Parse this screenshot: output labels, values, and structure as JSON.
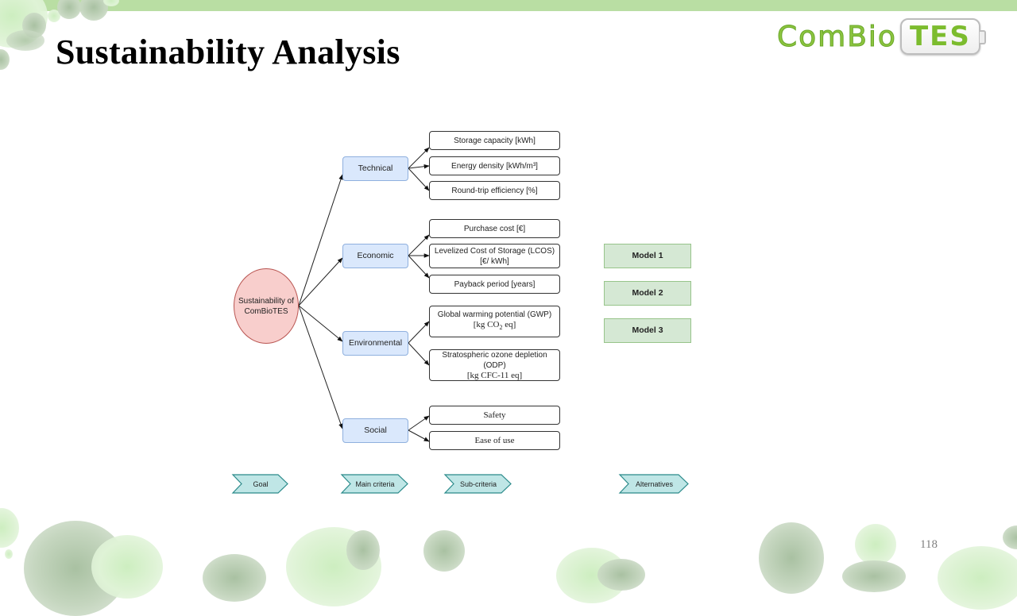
{
  "slide": {
    "title": "Sustainability Analysis",
    "page_number": "118",
    "logo": {
      "left": "ComBio",
      "right": "TES"
    }
  },
  "diagram": {
    "goal": {
      "label_line1": "Sustainability of",
      "label_line2": "ComBioTES"
    },
    "main_criteria": [
      {
        "label": "Technical"
      },
      {
        "label": "Economic"
      },
      {
        "label": "Environmental"
      },
      {
        "label": "Social"
      }
    ],
    "sub_criteria": {
      "technical": [
        {
          "line1": "Storage capacity [kWh]"
        },
        {
          "line1": "Energy density [kWh/m³]"
        },
        {
          "line1": "Round-trip efficiency [%]"
        }
      ],
      "economic": [
        {
          "line1": "Purchase cost [€]"
        },
        {
          "line1": "Levelized Cost of Storage (LCOS)",
          "line2": "[€/ kWh]"
        },
        {
          "line1": "Payback period [years]"
        }
      ],
      "environmental": [
        {
          "line1": "Global warming potential (GWP)",
          "line2_pre": "[kg CO",
          "line2_sub": "2",
          "line2_post": " eq]"
        },
        {
          "line1": "Stratospheric ozone depletion (ODP)",
          "line2": "[kg CFC-11 eq]"
        }
      ],
      "social": [
        {
          "line1": "Safety"
        },
        {
          "line1": "Ease of use"
        }
      ]
    },
    "alternatives": [
      {
        "label": "Model 1"
      },
      {
        "label": "Model 2"
      },
      {
        "label": "Model 3"
      }
    ],
    "levels": [
      {
        "label": "Goal"
      },
      {
        "label": "Main criteria"
      },
      {
        "label": "Sub-criteria"
      },
      {
        "label": "Alternatives"
      }
    ],
    "colors": {
      "goal_fill": "#f8cecc",
      "goal_stroke": "#b85450",
      "main_fill": "#dae8fc",
      "main_stroke": "#8fb0de",
      "alt_fill": "#d5e8d4",
      "alt_stroke": "#97c48a",
      "level_fill": "#bfe6e6",
      "level_stroke": "#2a8a8a"
    }
  }
}
